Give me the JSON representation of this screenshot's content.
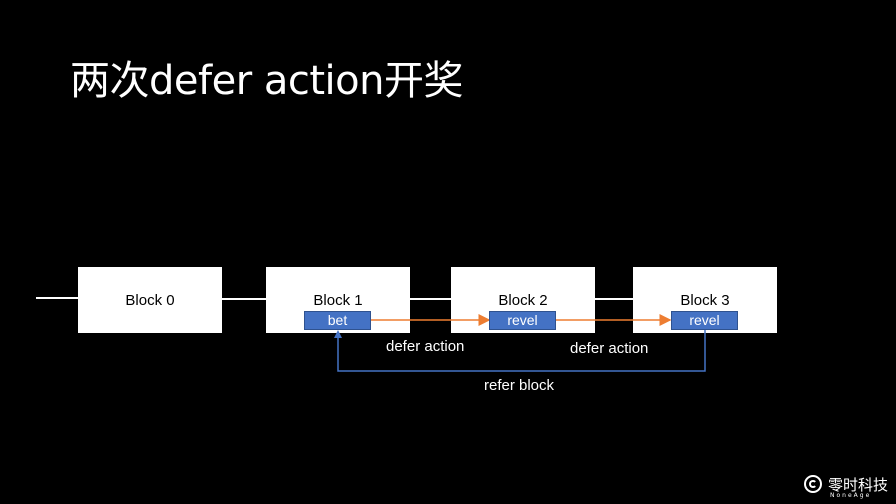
{
  "slide": {
    "title": "两次defer action开奖"
  },
  "blocks": [
    {
      "label": "Block 0"
    },
    {
      "label": "Block 1"
    },
    {
      "label": "Block 2"
    },
    {
      "label": "Block 3"
    }
  ],
  "tags": {
    "bet": "bet",
    "revel_2": "revel",
    "revel_3": "revel"
  },
  "arrows": {
    "defer_1": "defer action",
    "defer_2": "defer action",
    "refer": "refer block"
  },
  "logo": {
    "name": "零时科技",
    "sub": "NoneAge"
  },
  "colors": {
    "background": "#000000",
    "tag_fill": "#4472c4",
    "defer_arrow": "#ed7d31",
    "refer_line": "#4472c4"
  }
}
